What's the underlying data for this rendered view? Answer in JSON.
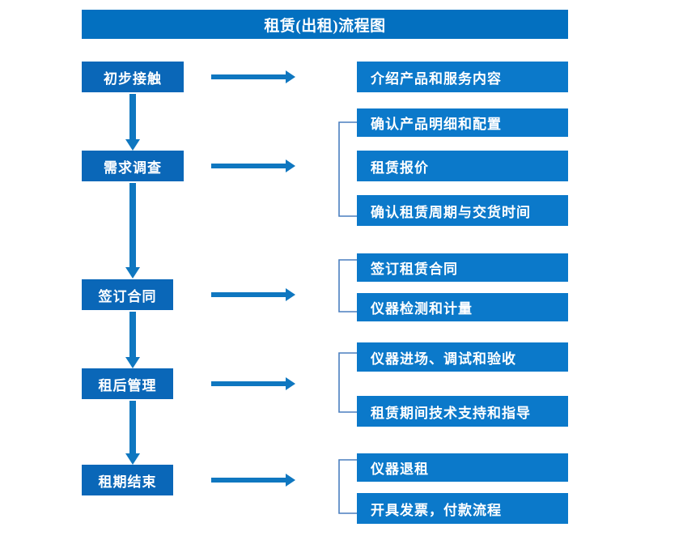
{
  "diagram": {
    "title": "租赁(出租)流程图",
    "colors": {
      "title_bar": "#0370C0",
      "stage_box": "#0A67B8",
      "detail_box": "#0B79CA",
      "arrow": "#0F77C0",
      "bracket": "#4A7FBF"
    },
    "stages": [
      {
        "label": "初步接触",
        "details": [
          "介绍产品和服务内容"
        ]
      },
      {
        "label": "需求调查",
        "details": [
          "确认产品明细和配置",
          "租赁报价",
          "确认租赁周期与交货时间"
        ]
      },
      {
        "label": "签订合同",
        "details": [
          "签订租赁合同",
          "仪器检测和计量"
        ]
      },
      {
        "label": "租后管理",
        "details": [
          "仪器进场、调试和验收",
          "租赁期间技术支持和指导"
        ]
      },
      {
        "label": "租期结束",
        "details": [
          "仪器退租",
          "开具发票，付款流程"
        ]
      }
    ]
  },
  "icons": {
    "right_arrow": "right-arrow-icon",
    "down_arrow": "down-arrow-icon",
    "bracket": "brace-connector-icon"
  }
}
